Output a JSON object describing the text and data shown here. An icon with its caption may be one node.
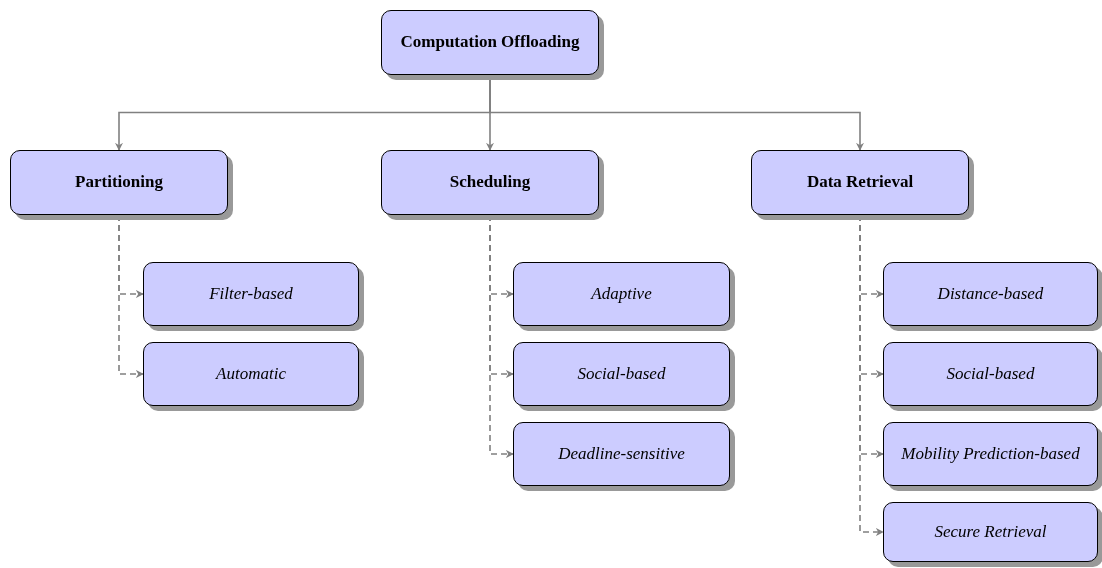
{
  "diagram": {
    "nodes": [
      {
        "text": [
          "Computation Offloading"
        ]
      },
      {
        "text": [
          "Partitioning"
        ]
      },
      {
        "text": [
          "Scheduling"
        ]
      },
      {
        "text": [
          "Data Retrieval"
        ]
      },
      {
        "text": [
          "Filter-based"
        ]
      },
      {
        "text": [
          "Automatic"
        ]
      },
      {
        "text": [
          "Adaptive"
        ]
      },
      {
        "text": [
          "Social-based"
        ]
      },
      {
        "text": [
          "Deadline-sensitive"
        ]
      },
      {
        "text": [
          "Distance-based"
        ]
      },
      {
        "text": [
          "Social-based"
        ]
      },
      {
        "text": [
          "Mobility Prediction-based"
        ]
      },
      {
        "text": [
          "Secure Retrieval"
        ]
      }
    ],
    "edges": [
      {
        "from": 0,
        "to": 1,
        "arrow": "to"
      },
      {
        "from": 0,
        "to": 2,
        "arrow": "to"
      },
      {
        "from": 0,
        "to": 3,
        "arrow": "to"
      },
      {
        "from": 1,
        "to": 4,
        "arrow": "to",
        "style": "dashed"
      },
      {
        "from": 1,
        "to": 5,
        "arrow": "to",
        "style": "dashed"
      },
      {
        "from": 2,
        "to": 6,
        "arrow": "to",
        "style": "dashed"
      },
      {
        "from": 2,
        "to": 7,
        "arrow": "to",
        "style": "dashed"
      },
      {
        "from": 2,
        "to": 8,
        "arrow": "to",
        "style": "dashed"
      },
      {
        "from": 3,
        "to": 9,
        "arrow": "to",
        "style": "dashed"
      },
      {
        "from": 3,
        "to": 10,
        "arrow": "to",
        "style": "dashed"
      },
      {
        "from": 3,
        "to": 11,
        "arrow": "to",
        "style": "dashed"
      },
      {
        "from": 3,
        "to": 12,
        "arrow": "to",
        "style": "dashed"
      }
    ]
  }
}
